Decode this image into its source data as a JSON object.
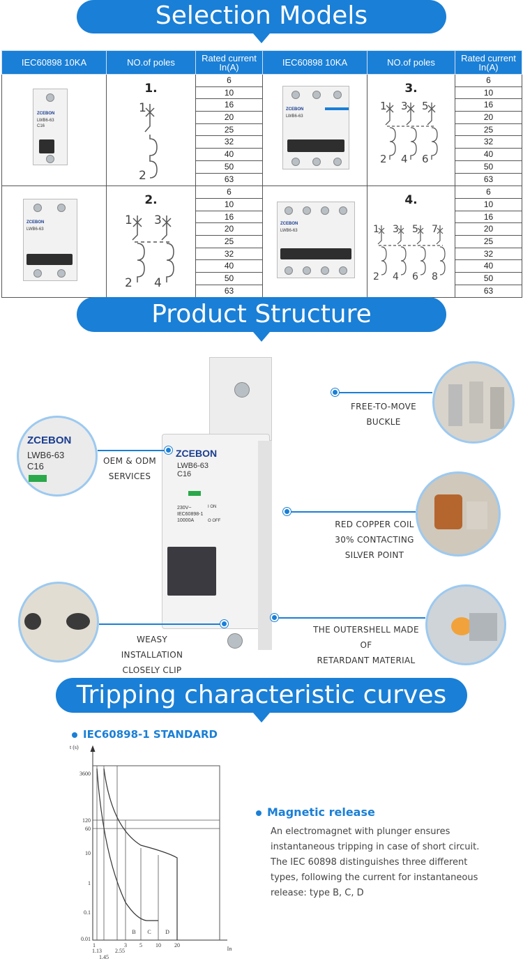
{
  "banners": {
    "selection": "Selection Models",
    "structure": "Product Structure",
    "tripping": "Tripping characteristic curves"
  },
  "selection_table": {
    "headers": [
      "IEC60898 10KA",
      "NO.of poles",
      "Rated current In(A)",
      "IEC60898 10KA",
      "NO.of poles",
      "Rated current In(A)"
    ],
    "header_rated_line1": "Rated current",
    "header_rated_line2": "In(A)",
    "currents": [
      "6",
      "10",
      "16",
      "20",
      "25",
      "32",
      "40",
      "50",
      "63"
    ],
    "models": [
      {
        "num": "1.",
        "terminals": [
          "1",
          "2"
        ]
      },
      {
        "num": "2.",
        "terminals": [
          "1",
          "3",
          "2",
          "4"
        ]
      },
      {
        "num": "3.",
        "terminals": [
          "1",
          "3",
          "5",
          "2",
          "4",
          "6"
        ]
      },
      {
        "num": "4.",
        "terminals": [
          "1",
          "3",
          "5",
          "7",
          "2",
          "4",
          "6",
          "8"
        ]
      }
    ],
    "device_brand": "ZCEBON",
    "device_model": "LWB6-63",
    "device_rating": "C16"
  },
  "structure": {
    "brand": "ZCEBON",
    "model": "LWB6-63",
    "rating": "C16",
    "specs": [
      "230V~",
      "IEC60898-1",
      "10000A"
    ],
    "on_label": "I ON",
    "off_label": "O OFF",
    "callouts": {
      "buckle": [
        "FREE-TO-MOVE",
        "BUCKLE"
      ],
      "oem": [
        "OEM & ODM",
        "SERVICES"
      ],
      "coil": [
        "RED COPPER COIL",
        "30% CONTACTING",
        "SILVER POINT"
      ],
      "install": [
        "WEASY INSTALLATION",
        "CLOSELY CLIP"
      ],
      "shell": [
        "THE OUTERSHELL MADE OF",
        "RETARDANT MATERIAL"
      ]
    }
  },
  "tripping": {
    "standard": "IEC60898-1 STANDARD",
    "magnetic_title": "Magnetic release",
    "magnetic_desc": "An electromagnet with plunger ensures instantaneous tripping in case of short circuit. The IEC 60898 distinguishes three different types, following the current for instantaneous release: type B, C, D"
  },
  "chart_data": {
    "type": "line",
    "title": "",
    "ylabel": "t (s)",
    "xlabel": "In",
    "y_scale": "log",
    "y_ticks": [
      "3600",
      "120",
      "60",
      "10",
      "1",
      "0.1",
      "0.01"
    ],
    "x_ticks": [
      "1",
      "1.13",
      "1.45",
      "2.55",
      "3",
      "5",
      "10",
      "20"
    ],
    "x_tick_labels_row1": [
      "1",
      "3",
      "5",
      "10",
      "20"
    ],
    "x_tick_labels_row2": [
      "1.13",
      "2.55"
    ],
    "x_tick_labels_row3": [
      "1.45"
    ],
    "series": [
      {
        "name": "B",
        "x_range": [
          3,
          5
        ]
      },
      {
        "name": "C",
        "x_range": [
          5,
          10
        ]
      },
      {
        "name": "D",
        "x_range": [
          10,
          20
        ]
      }
    ]
  }
}
